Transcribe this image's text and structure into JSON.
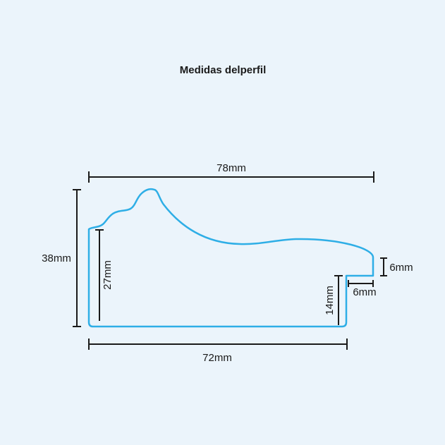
{
  "title": "Medidas delperfil",
  "profile_color": "#2eaee6",
  "dimensions": {
    "top_width": "78mm",
    "bottom_width": "72mm",
    "total_height": "38mm",
    "inner_height": "27mm",
    "rebate_height": "14mm",
    "lip_height": "6mm",
    "rebate_width": "6mm"
  }
}
